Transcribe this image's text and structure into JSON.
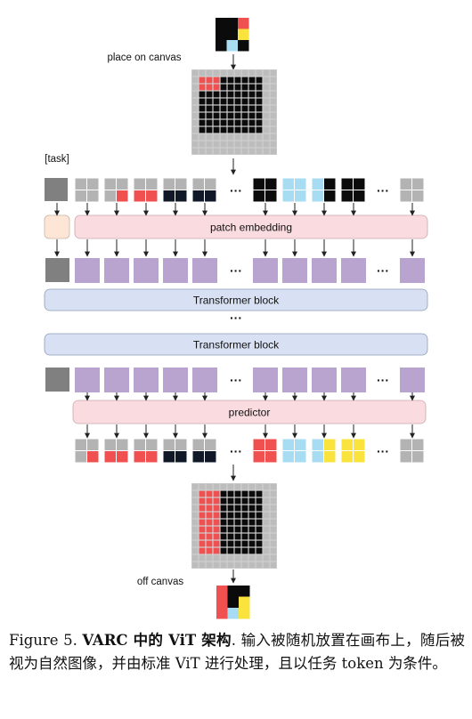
{
  "labels": {
    "place_on_canvas": "place on canvas",
    "task": "[task]",
    "patch_embedding": "patch embedding",
    "transformer_block_1": "Transformer block",
    "transformer_block_2": "Transformer block",
    "predictor": "predictor",
    "off_canvas": "off canvas",
    "ellipsis": "···"
  },
  "caption": {
    "figure_number": "Figure 5.",
    "title": "VARC 中的 ViT 架构",
    "body": ". 输入被随机放置在画布上，随后被视为自然图像，并由标准 ViT 进行处理，且以任务 token 为条件。"
  },
  "colors": {
    "black": "#0b0b0b",
    "red": "#f0504f",
    "yellow": "#f9e33c",
    "lightblue": "#a8dcf2",
    "gray": "#b3b3b3",
    "task_token": "#808080",
    "token": "#b9a3cf",
    "embed_box": "#fadbdf",
    "transformer_box": "#d8e1f4",
    "task_embed": "#fde6d6",
    "navy": "#101828"
  },
  "grids": {
    "input": [
      [
        "k",
        "k",
        "r"
      ],
      [
        "k",
        "k",
        "y"
      ],
      [
        "k",
        "b",
        "k"
      ]
    ],
    "output": [
      [
        "r",
        "k",
        "k"
      ],
      [
        "r",
        "k",
        "y"
      ],
      [
        "r",
        "b",
        "y"
      ]
    ]
  }
}
